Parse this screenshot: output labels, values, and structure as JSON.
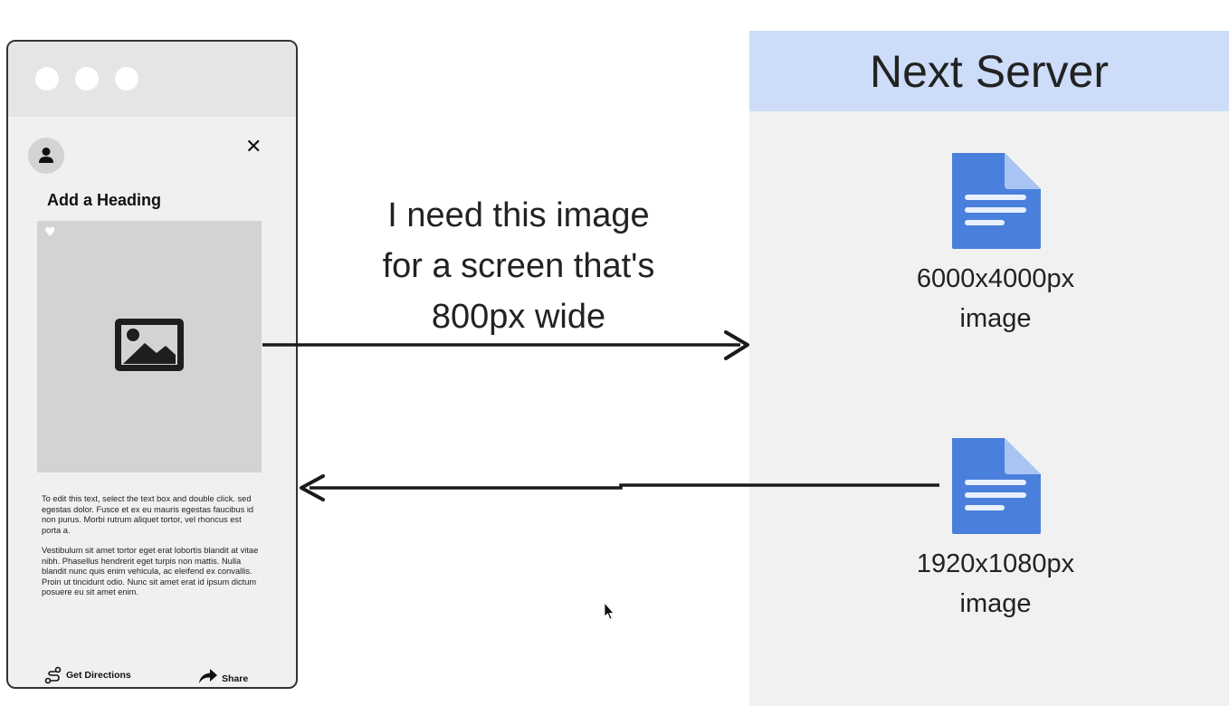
{
  "phone": {
    "heading": "Add a Heading",
    "close_symbol": "✕",
    "paragraph1": "To edit this text, select the text box and double click. sed egestas dolor. Fusce et ex eu mauris egestas faucibus id non purus. Morbi rutrum aliquet tortor, vel rhoncus est porta a.",
    "paragraph2": "Vestibulum sit amet tortor eget erat lobortis blandit at vitae nibh. Phasellus hendrerit eget turpis non mattis. Nulla blandit nunc quis enim vehicula, ac eleifend ex convallis. Proin ut tincidunt odio. Nunc sit amet erat id ipsum dictum posuere eu sit amet enim.",
    "footer": {
      "directions_label": "Get Directions",
      "share_label": "Share"
    }
  },
  "request": {
    "line1": "I need this image",
    "line2": "for a screen that's",
    "line3": "800px wide"
  },
  "server": {
    "title": "Next Server",
    "files": [
      {
        "line1": "6000x4000px",
        "line2": "image"
      },
      {
        "line1": "1920x1080px",
        "line2": "image"
      }
    ]
  },
  "colors": {
    "server_header": "#ccdcf9",
    "server_bg": "#f1f1f1",
    "file_icon": "#4a7fdc",
    "file_icon_fold": "#a9c4f3",
    "arrow": "#1a1a1a"
  }
}
